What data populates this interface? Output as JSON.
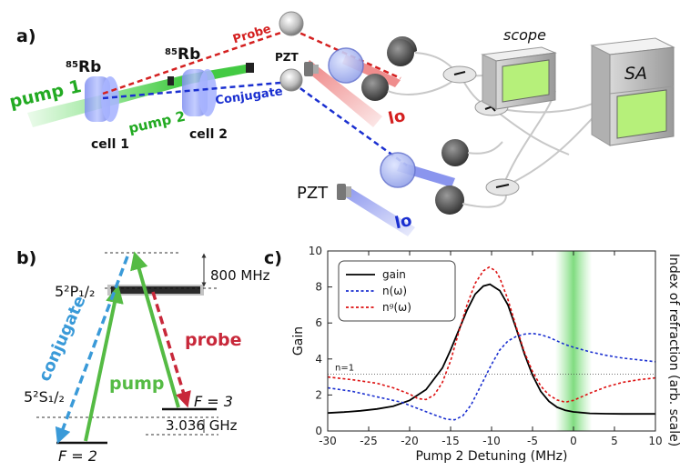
{
  "panel_a": {
    "label": "a)",
    "rb1_mass": "85",
    "rb1_sym": "Rb",
    "rb2_mass": "85",
    "rb2_sym": "Rb",
    "pump1": "pump 1",
    "pump2": "pump 2",
    "cell1": "cell 1",
    "cell2": "cell 2",
    "probe": "Probe",
    "conjugate": "Conjugate",
    "pzt_top": "PZT",
    "pzt_bottom": "PZT",
    "scope": "scope",
    "sa": "SA",
    "lo": "lo",
    "colors": {
      "probe": "#d42020",
      "conjugate": "#1a2fd0",
      "pump": "#22aa22"
    }
  },
  "panel_b": {
    "label": "b)",
    "p_state": "5²P₁/₂",
    "s_state": "5²S₁/₂",
    "detuning": "800 MHz",
    "splitting": "3.036 GHz",
    "f2": "F = 2",
    "f3": "F = 3",
    "conjugate": "conjugate",
    "pump": "pump",
    "probe": "probe",
    "colors": {
      "conjugate": "#3a9ad8",
      "pump": "#55bb44",
      "probe": "#c8283a"
    }
  },
  "panel_c": {
    "label": "c)",
    "n_eq_1": "n=1"
  },
  "chart_data": {
    "type": "line",
    "xlabel": "Pump 2 Detuning (MHz)",
    "ylabel": "Gain",
    "ylabel_right": "Index of refraction (arb. scale)",
    "xlim": [
      -30,
      10
    ],
    "ylim": [
      0,
      10
    ],
    "xticks": [
      -30,
      -25,
      -20,
      -15,
      -10,
      -5,
      0,
      5,
      10
    ],
    "yticks": [
      0,
      2,
      4,
      6,
      8,
      10
    ],
    "legend_placement": "top-left",
    "highlight_band": [
      -1.8,
      1.8
    ],
    "n_eq_1_level": 3.15,
    "series": [
      {
        "name": "gain",
        "color": "#000000",
        "style": "solid",
        "x": [
          -30,
          -28,
          -26,
          -24,
          -22,
          -20,
          -18,
          -16,
          -15,
          -14,
          -13,
          -12,
          -11,
          -10.2,
          -9,
          -8,
          -7,
          -6,
          -5,
          -4,
          -3,
          -2,
          -1,
          0,
          2,
          4,
          6,
          8,
          10
        ],
        "y": [
          1.0,
          1.05,
          1.12,
          1.22,
          1.38,
          1.7,
          2.3,
          3.5,
          4.5,
          5.6,
          6.7,
          7.6,
          8.05,
          8.15,
          7.8,
          7.0,
          5.7,
          4.3,
          3.1,
          2.2,
          1.65,
          1.32,
          1.15,
          1.06,
          0.98,
          0.96,
          0.95,
          0.95,
          0.95
        ]
      },
      {
        "name": "n(ω)",
        "color": "#1a2fd0",
        "style": "dotted",
        "x": [
          -30,
          -27,
          -24,
          -21,
          -19,
          -17,
          -15.5,
          -14.5,
          -13.5,
          -12.5,
          -11,
          -10,
          -9,
          -8,
          -7,
          -6,
          -5,
          -4,
          -3,
          -2,
          -1,
          0,
          2,
          4,
          6,
          8,
          10
        ],
        "y": [
          2.4,
          2.2,
          1.9,
          1.6,
          1.25,
          0.9,
          0.65,
          0.62,
          0.85,
          1.45,
          2.8,
          3.7,
          4.5,
          5.0,
          5.25,
          5.38,
          5.42,
          5.35,
          5.2,
          5.0,
          4.8,
          4.65,
          4.4,
          4.2,
          4.05,
          3.95,
          3.85
        ]
      },
      {
        "name": "nᵍ(ω)",
        "color": "#dd1111",
        "style": "dotted",
        "x": [
          -30,
          -27,
          -24,
          -22,
          -20,
          -19,
          -18,
          -17,
          -16,
          -15,
          -14,
          -13,
          -12,
          -11,
          -10.3,
          -9.5,
          -9,
          -8,
          -7,
          -6,
          -5,
          -4,
          -3,
          -2,
          -1,
          0,
          2,
          4,
          6,
          8,
          10
        ],
        "y": [
          3.0,
          2.85,
          2.65,
          2.4,
          2.05,
          1.8,
          1.75,
          2.0,
          2.7,
          3.9,
          5.5,
          7.0,
          8.2,
          8.9,
          9.1,
          8.9,
          8.5,
          7.3,
          5.8,
          4.4,
          3.3,
          2.5,
          2.0,
          1.72,
          1.6,
          1.7,
          2.1,
          2.45,
          2.7,
          2.85,
          2.95
        ]
      }
    ]
  }
}
